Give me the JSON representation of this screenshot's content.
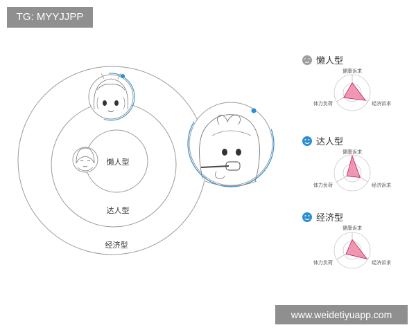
{
  "watermarks": {
    "top": "TG: MYYJJPP",
    "bottom": "www.weidetiyuapp.com"
  },
  "diagram": {
    "rings": {
      "inner": "懒人型",
      "middle": "达人型",
      "outer": "经济型"
    }
  },
  "panels": [
    {
      "title": "懒人型",
      "face": "neutral-face-icon",
      "axes": {
        "top": "健康诉求",
        "left": "体力负荷",
        "right": "经济诉求"
      },
      "values": {
        "top": 0.55,
        "left": 0.55,
        "right": 0.85
      }
    },
    {
      "title": "达人型",
      "face": "smile-face-icon",
      "axes": {
        "top": "健康诉求",
        "left": "体力负荷",
        "right": "经济诉求"
      },
      "values": {
        "top": 0.95,
        "left": 0.35,
        "right": 0.5
      }
    },
    {
      "title": "经济型",
      "face": "smile-face-icon",
      "axes": {
        "top": "健康诉求",
        "left": "体力负荷",
        "right": "经济诉求"
      },
      "values": {
        "top": 0.6,
        "left": 0.4,
        "right": 0.95
      }
    }
  ],
  "colors": {
    "ring_gray": "#9a9a9a",
    "accent_blue": "#2a8fd0",
    "radar_fill": "#ef86a6",
    "radar_stroke": "#c2185b",
    "neutral_face": "#9e9e9e",
    "text": "#333333"
  }
}
